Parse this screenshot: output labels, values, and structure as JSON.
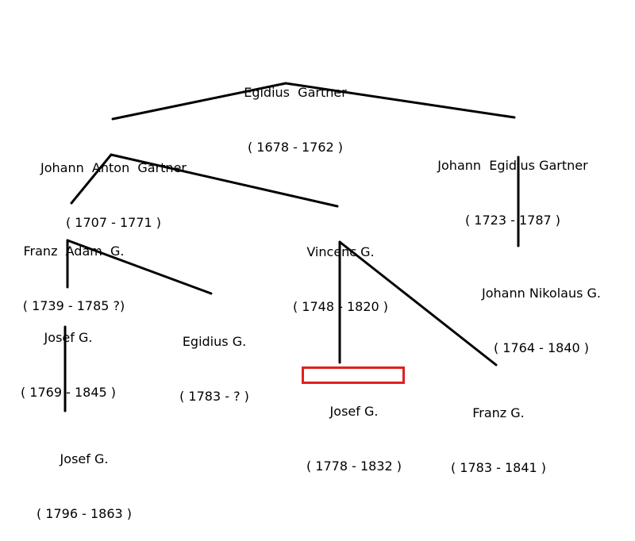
{
  "tree": {
    "nodes": {
      "egidius_gartner": {
        "name": "Egidius  Gartner",
        "dates": "( 1678 - 1762 )"
      },
      "johann_anton": {
        "name": "Johann  Anton  Gartner",
        "dates": "( 1707 - 1771 )"
      },
      "johann_egidius": {
        "name": "Johann  Egidius Gartner",
        "dates": "( 1723 - 1787 )"
      },
      "franz_adam": {
        "name": "Franz  Adam  G.",
        "dates": "( 1739 - 1785 ?)"
      },
      "vincenc": {
        "name": "Vincenc G.",
        "dates": "( 1748 - 1820 )"
      },
      "johann_nikolaus": {
        "name": "Johann Nikolaus G.",
        "dates": "( 1764 - 1840 )"
      },
      "josef_1769": {
        "name": "Josef G.",
        "dates": "( 1769 - 1845 )"
      },
      "egidius_1783": {
        "name": "Egidius G.",
        "dates": "( 1783 - ? )"
      },
      "josef_1778": {
        "name": "Josef G.",
        "dates": "( 1778 - 1832 )",
        "highlight_color": "#e02020"
      },
      "franz_1783": {
        "name": "Franz G.",
        "dates": "( 1783 - 1841 )"
      },
      "josef_1796": {
        "name": "Josef G.",
        "dates": "( 1796 - 1863 )"
      }
    }
  }
}
